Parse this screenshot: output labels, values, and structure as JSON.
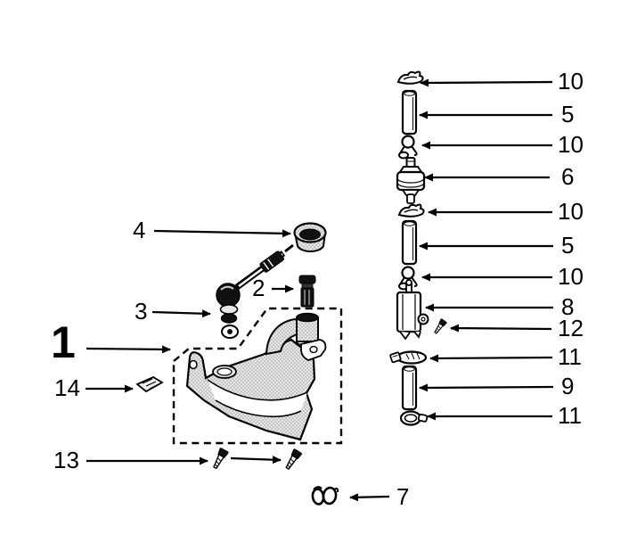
{
  "page": {
    "background": "#ffffff",
    "ink": "#000000",
    "texture_fill": "#e7e7e7",
    "figure_kind": "exploded-parts-diagram"
  },
  "callouts": {
    "left": [
      {
        "number": "1",
        "part": "fuel-tank-assembly"
      },
      {
        "number": "2",
        "part": "inlet-fitting"
      },
      {
        "number": "3",
        "part": "grommet-washer-stack"
      },
      {
        "number": "4",
        "part": "tank-cap"
      },
      {
        "number": "13",
        "part": "mounting-screws"
      },
      {
        "number": "14",
        "part": "retainer-clip"
      },
      {
        "number": "7",
        "part": "wire-clamp"
      }
    ],
    "right": [
      {
        "number": "10",
        "part": "spring-clamp"
      },
      {
        "number": "5",
        "part": "fuel-hose"
      },
      {
        "number": "10",
        "part": "spring-clamp"
      },
      {
        "number": "6",
        "part": "fuel-filter"
      },
      {
        "number": "10",
        "part": "spring-clamp"
      },
      {
        "number": "5",
        "part": "fuel-hose"
      },
      {
        "number": "10",
        "part": "spring-clamp"
      },
      {
        "number": "8",
        "part": "valve-body"
      },
      {
        "number": "12",
        "part": "screw"
      },
      {
        "number": "11",
        "part": "hose-clamp"
      },
      {
        "number": "9",
        "part": "fuel-hose"
      },
      {
        "number": "11",
        "part": "hose-clamp"
      }
    ]
  }
}
